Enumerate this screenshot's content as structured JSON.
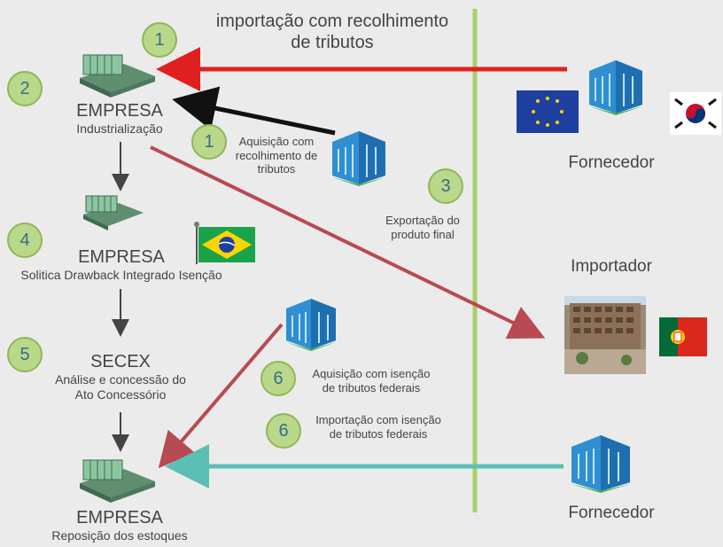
{
  "top_caption": [
    "importação com recolhimento",
    "de tributos"
  ],
  "empresa1": {
    "title": "EMPRESA",
    "sub": "Industrialização",
    "badge": "2"
  },
  "badge_top": "1",
  "aquisicao1": {
    "badge": "1",
    "lines": [
      "Aquisição com",
      "recolhimento de",
      "tributos"
    ]
  },
  "exportacao": {
    "badge": "3",
    "lines": [
      "Exportação do",
      "produto final"
    ]
  },
  "empresa2": {
    "title": "EMPRESA",
    "sub": "Solitica Drawback Integrado Isenção",
    "badge": "4"
  },
  "secex": {
    "title": "SECEX",
    "lines": [
      "Análise e concessão do",
      "Ato Concessório"
    ],
    "badge": "5"
  },
  "aquisicao6": {
    "badge": "6",
    "lines": [
      "Aquisição com isenção",
      "de tributos federais"
    ]
  },
  "importacao6": {
    "badge": "6",
    "lines": [
      "Importação com isenção",
      "de tributos federais"
    ]
  },
  "empresa3": {
    "title": "EMPRESA",
    "sub": "Reposição dos estoques"
  },
  "fornecedor1": "Fornecedor",
  "importador": "Importador",
  "fornecedor2": "Fornecedor",
  "colors": {
    "red": "#e02020",
    "black": "#111111",
    "brick": "#b84a52",
    "teal": "#5bbfb5",
    "divider": "#a8cf6a",
    "badge_fill": "#b9d88a"
  }
}
